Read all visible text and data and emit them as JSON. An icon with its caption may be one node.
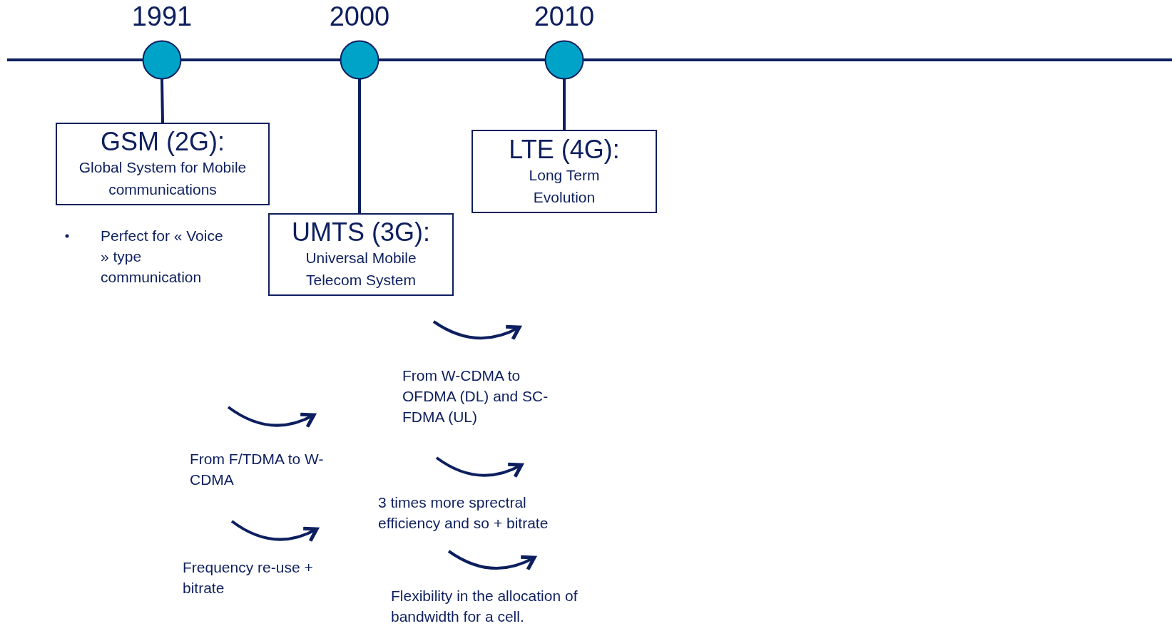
{
  "diagram": {
    "nodes": [
      {
        "text": [
          "1991"
        ]
      },
      {
        "text": [
          "2000"
        ]
      },
      {
        "text": [
          "2010"
        ]
      },
      {
        "text": [
          "GSM (2G):",
          "Global System for Mobile communications"
        ]
      },
      {
        "text": [
          "UMTS (3G):",
          "Universal Mobile Telecom System"
        ]
      },
      {
        "text": [
          "LTE (4G):",
          "Long Term Evolution"
        ]
      }
    ],
    "edges": [
      {
        "from": 0,
        "to": 3,
        "arrow": "none"
      },
      {
        "from": 1,
        "to": 4,
        "arrow": "none"
      },
      {
        "from": 2,
        "to": 5,
        "arrow": "none"
      }
    ],
    "labels": [
      "Perfect for « Voice » type communication",
      "From W-CDMA to OFDMA (DL) and SC-FDMA (UL)",
      "From F/TDMA to W-CDMA",
      "3 times more sprectral efficiency and so + bitrate",
      "Frequency re-use + bitrate",
      "Flexibility in the allocation of bandwidth for a cell."
    ]
  }
}
